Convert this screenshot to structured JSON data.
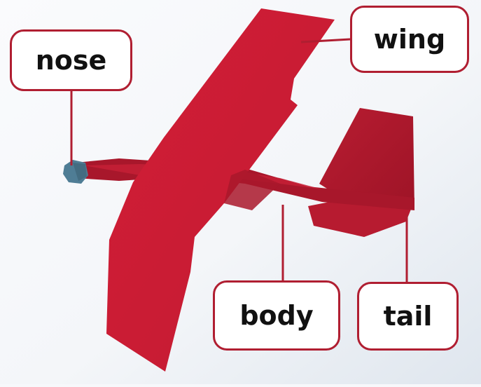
{
  "labels": {
    "nose": "nose",
    "wing": "wing",
    "body": "body",
    "tail": "tail"
  },
  "colors": {
    "plane_red": "#c91d33",
    "plane_dark": "#9a1427",
    "nose_blue": "#4f7d95",
    "outline": "#b01e31",
    "background": "#f7f8fb"
  }
}
